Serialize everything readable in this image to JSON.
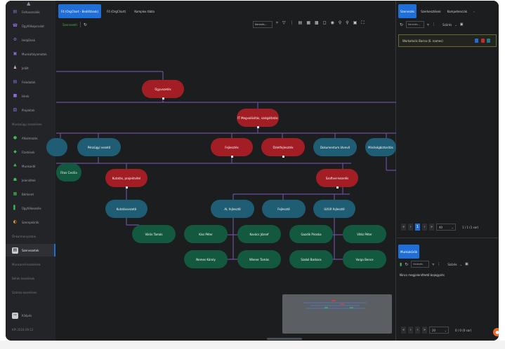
{
  "sidebar": {
    "items": [
      {
        "label": "Felhasználók",
        "icon": "calendar-icon",
        "color": "#8b6bd6"
      },
      {
        "label": "Ügyfélkapcsolat",
        "icon": "phone-icon",
        "color": "#8b6bd6"
      },
      {
        "label": "HelpDesk",
        "icon": "help-icon",
        "color": "#8b6bd6"
      },
      {
        "label": "Munkafolyamatok",
        "icon": "workflow-icon",
        "color": "#8b6bd6"
      },
      {
        "label": "Jelölt",
        "icon": "user-icon",
        "color": "#e0a3d6"
      },
      {
        "label": "Feladatok",
        "icon": "tasks-icon",
        "color": "#8b6bd6"
      },
      {
        "label": "Hírek",
        "icon": "news-icon",
        "color": "#8b6bd6"
      },
      {
        "label": "Projektek",
        "icon": "projects-icon",
        "color": "#8b6bd6"
      }
    ],
    "section_1": "Munkaügyi kezelések",
    "items2": [
      {
        "label": "Alkalmazás",
        "icon": "circle-icon",
        "color": "#3fb950"
      },
      {
        "label": "Fizetések",
        "icon": "layers-icon",
        "color": "#3fb950"
      },
      {
        "label": "Munkaidő",
        "icon": "chart-icon",
        "color": "#3fb950"
      },
      {
        "label": "Jelenlétek",
        "icon": "team-icon",
        "color": "#3fb950"
      },
      {
        "label": "Bérkeret",
        "icon": "budget-icon",
        "color": "#3fb950"
      },
      {
        "label": "Ügyfélkezelés",
        "icon": "stats-icon",
        "color": "#3fb950"
      },
      {
        "label": "Szerepkörök",
        "icon": "roles-icon",
        "color": "#e8a23c"
      }
    ],
    "section_2": "Önkormányzatok",
    "active_item": {
      "label": "Szervezetek",
      "icon": "org-icon"
    },
    "sections_more": [
      "Munkaerő-kezelések",
      "Bérek kezelések",
      "Számla kezelések"
    ],
    "logout": {
      "label": "Kilépés",
      "icon": "logout-icon"
    },
    "version": "KPI 2024.09.12"
  },
  "main": {
    "tabs": [
      "Fő (OrgChart - Beállítások)",
      "Fő (OrgChart)",
      "Komplex tábla"
    ],
    "toolbar": {
      "left_text": "Szervezeti",
      "select_placeholder": "Keresés..."
    },
    "nodes": [
      {
        "id": "n1",
        "label": "Ügyvezetés",
        "color": "red"
      },
      {
        "id": "n2",
        "label": "IT Megvalósítás, szolgáltatás",
        "color": "red"
      },
      {
        "id": "n3",
        "label": "Fejlesztés",
        "color": "red"
      },
      {
        "id": "n4",
        "label": "Üzletfejlesztés",
        "color": "red"
      },
      {
        "id": "n5",
        "label": "Dokumentum átvevő",
        "color": "blue"
      },
      {
        "id": "n6",
        "label": "Minőségbiztosítás",
        "color": "blue"
      },
      {
        "id": "n7",
        "label": "Pénzügyi vezető",
        "color": "blue"
      },
      {
        "id": "n8",
        "label": "Fitos Cecília",
        "color": "green"
      },
      {
        "id": "n9",
        "label": "Kutatás, projektvitel",
        "color": "red"
      },
      {
        "id": "n10",
        "label": "Szoftver-kezelés",
        "color": "red"
      },
      {
        "id": "n11",
        "label": "Kutatásvezető",
        "color": "blue"
      },
      {
        "id": "n12",
        "label": "AI, fejlesztő",
        "color": "blue"
      },
      {
        "id": "n13",
        "label": "Fejlesztő",
        "color": "blue"
      },
      {
        "id": "n14",
        "label": "UI/UX fejlesztő",
        "color": "blue"
      },
      {
        "id": "n15",
        "label": "Vörös Tamás",
        "color": "green"
      },
      {
        "id": "n16",
        "label": "Kiss Péter",
        "color": "green"
      },
      {
        "id": "n17",
        "label": "Kovács József",
        "color": "green"
      },
      {
        "id": "n18",
        "label": "Gazdik Piroska",
        "color": "green"
      },
      {
        "id": "n19",
        "label": "Vitéz Péter",
        "color": "green"
      },
      {
        "id": "n20",
        "label": "Nemes Károly",
        "color": "green"
      },
      {
        "id": "n21",
        "label": "Wiener Tamás",
        "color": "green"
      },
      {
        "id": "n22",
        "label": "Szabó Barbara",
        "color": "green"
      },
      {
        "id": "n23",
        "label": "Varga Bence",
        "color": "green"
      }
    ]
  },
  "right": {
    "tabs": [
      "Szervezés",
      "Szerkesztések",
      "Kompetenciák"
    ],
    "search_placeholder": "Keresés...",
    "filter_label": "Szűrés",
    "row_text": "Workaholic Barna (6. names)",
    "pager1": {
      "page": "1",
      "size": "40",
      "count": "1 / 1 (1 sor)"
    },
    "section2_tab": "Munkakörök",
    "section2_input": "Keresés",
    "section2_filter": "Szűrés",
    "section2_text": "Nincs megjeleníthető bejegyzés",
    "pager2": {
      "size": "20",
      "count": "0 / 0 (0 sor)"
    }
  }
}
